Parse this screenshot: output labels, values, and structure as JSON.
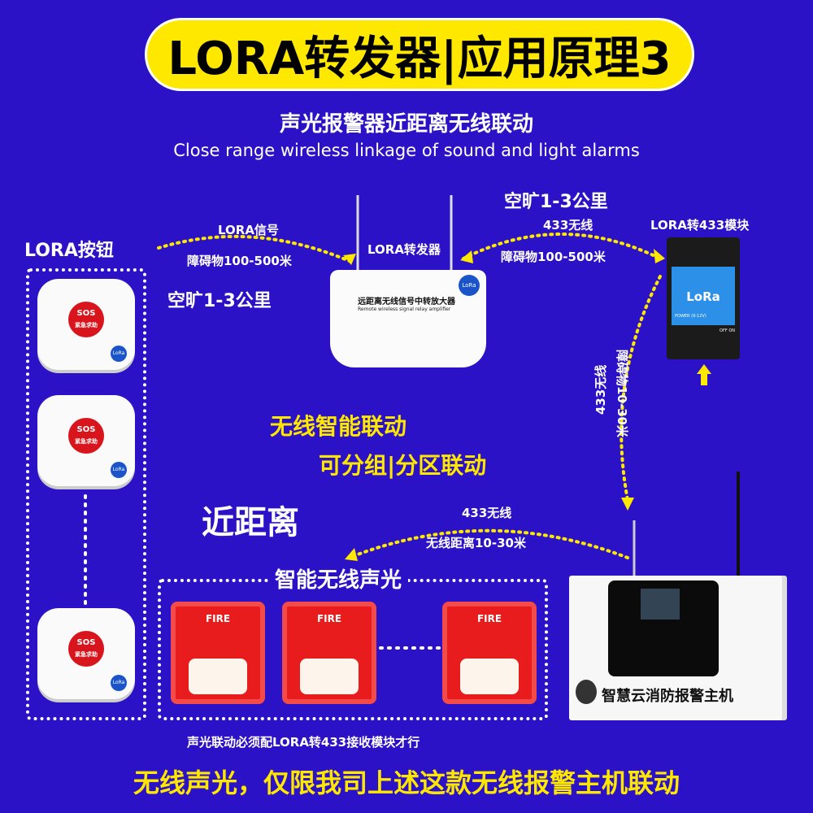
{
  "title": "LORA转发器|应用原理3",
  "subtitle_cn": "声光报警器近距离无线联动",
  "subtitle_en": "Close range wireless linkage of sound and light alarms",
  "left_link": {
    "signal": "LORA信号",
    "obstacle": "障碍物100-500米",
    "open": "空旷1-3公里"
  },
  "right_link": {
    "open": "空旷1-3公里",
    "signal": "433无线",
    "obstacle": "障碍物100-500米"
  },
  "buttons_label": "LORA按钮",
  "button_text": {
    "sos": "SOS",
    "help": "紧急求助",
    "badge": "LoRa"
  },
  "repeater": {
    "label": "LORA转发器",
    "text_cn": "远距离无线信号中转放大器",
    "text_en": "Remote wireless signal relay amplifier",
    "badge": "LoRa"
  },
  "module": {
    "label": "LORA转433模块",
    "brand": "LoRa",
    "power": "POWER (9-12V)",
    "off_on": "OFF ON"
  },
  "vertical_link": {
    "signal": "433无线",
    "obstacle": "障碍物10-30米"
  },
  "center": {
    "line1": "无线智能联动",
    "line2": "可分组|分区联动",
    "near": "近距离"
  },
  "host_link": {
    "signal": "433无线",
    "distance": "无线距离10-30米"
  },
  "sirens_label": "智能无线声光",
  "siren_text": "FIRE",
  "host_label": "智慧云消防报警主机",
  "note": "声光联动必须配LORA转433接收模块才行",
  "footer": "无线声光，仅限我司上述这款无线报警主机联动"
}
